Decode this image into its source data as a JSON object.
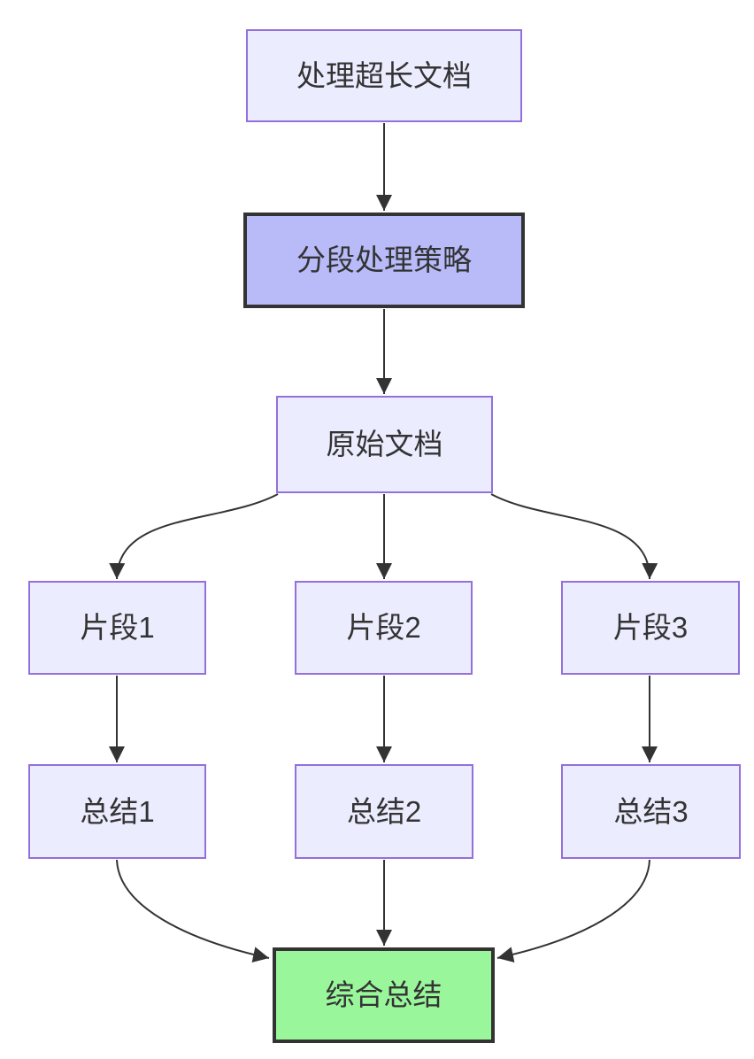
{
  "diagram": {
    "type": "flowchart-top-down",
    "nodes": [
      {
        "id": "process-long-document",
        "label": "处理超长文档",
        "kind": "default"
      },
      {
        "id": "segmentation-strategy",
        "label": "分段处理策略",
        "kind": "emphasis"
      },
      {
        "id": "original-document",
        "label": "原始文档",
        "kind": "default"
      },
      {
        "id": "fragment-1",
        "label": "片段1",
        "kind": "default"
      },
      {
        "id": "fragment-2",
        "label": "片段2",
        "kind": "default"
      },
      {
        "id": "fragment-3",
        "label": "片段3",
        "kind": "default"
      },
      {
        "id": "summary-1",
        "label": "总结1",
        "kind": "default"
      },
      {
        "id": "summary-2",
        "label": "总结2",
        "kind": "default"
      },
      {
        "id": "summary-3",
        "label": "总结3",
        "kind": "default"
      },
      {
        "id": "final-summary",
        "label": "综合总结",
        "kind": "success"
      }
    ],
    "edges": [
      {
        "from": "process-long-document",
        "to": "segmentation-strategy"
      },
      {
        "from": "segmentation-strategy",
        "to": "original-document"
      },
      {
        "from": "original-document",
        "to": "fragment-1"
      },
      {
        "from": "original-document",
        "to": "fragment-2"
      },
      {
        "from": "original-document",
        "to": "fragment-3"
      },
      {
        "from": "fragment-1",
        "to": "summary-1"
      },
      {
        "from": "fragment-2",
        "to": "summary-2"
      },
      {
        "from": "fragment-3",
        "to": "summary-3"
      },
      {
        "from": "summary-1",
        "to": "final-summary"
      },
      {
        "from": "summary-2",
        "to": "final-summary"
      },
      {
        "from": "summary-3",
        "to": "final-summary"
      }
    ],
    "colors": {
      "background": "#ffffff",
      "text": "#333333",
      "edge": "#333333",
      "default_fill": "#ECECFF",
      "default_stroke": "#9370DB",
      "emphasis_fill": "#b8bbf8",
      "emphasis_stroke": "#333333",
      "success_fill": "#9af69b",
      "success_stroke": "#333333"
    }
  }
}
